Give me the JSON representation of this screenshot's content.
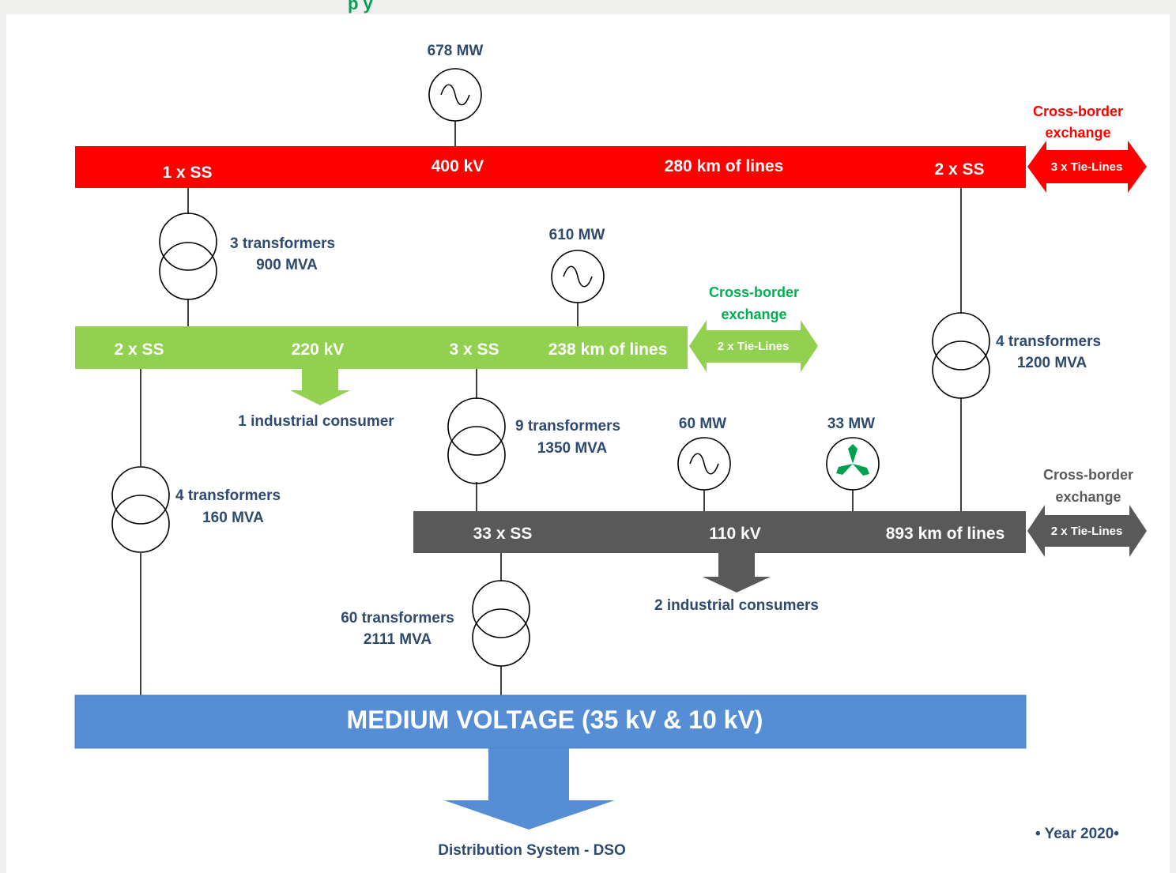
{
  "colors": {
    "bus_400": "#ff0000",
    "bus_220": "#92d050",
    "bus_110": "#595959",
    "mv": "#558ed5",
    "label": "#2e4a6e",
    "title_green": "#00a050",
    "cross_red": "#ff0000",
    "cross_green": "#00b050",
    "cross_grey": "#595959"
  },
  "header": {
    "partial_title": "p y"
  },
  "bus400": {
    "left": "1 x SS",
    "voltage": "400 kV",
    "lines": "280 km of lines",
    "right": "2 x SS",
    "gen": "678  MW",
    "cross_border": [
      "Cross-border",
      "exchange"
    ],
    "tie": "3 x Tie-Lines"
  },
  "tr_400_220": [
    "3 transformers",
    "900 MVA"
  ],
  "bus220": {
    "left": "2 x SS",
    "voltage": "220 kV",
    "ss": "3 x SS",
    "lines": "238 km of lines",
    "gen": "610 MW",
    "consumer": "1 industrial consumer",
    "cross_border": [
      "Cross-border",
      "exchange"
    ],
    "tie": "2 x Tie-Lines"
  },
  "tr_400_110": [
    "4 transformers",
    "1200 MVA"
  ],
  "tr_220_110": [
    "9 transformers",
    "1350 MVA"
  ],
  "tr_220_mv": [
    "4 transformers",
    "160 MVA"
  ],
  "bus110": {
    "ss": "33 x SS",
    "voltage": "110 kV",
    "lines": "893 km of lines",
    "gen1": "60 MW",
    "gen2": "33 MW",
    "consumer": "2 industrial consumers",
    "cross_border": [
      "Cross-border",
      "exchange"
    ],
    "tie": "2 x Tie-Lines"
  },
  "tr_110_mv": [
    "60 transformers",
    "2111 MVA"
  ],
  "mv": {
    "title": "MEDIUM VOLTAGE (35 kV & 10 kV)",
    "dso": "Distribution System - DSO"
  },
  "footer": {
    "year": "• Year 2020•"
  }
}
